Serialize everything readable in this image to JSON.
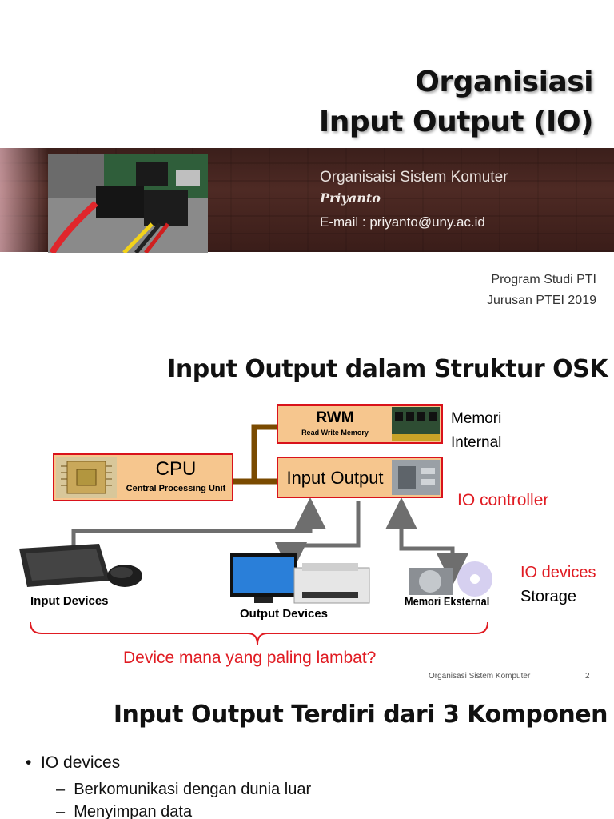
{
  "slide1": {
    "title_line1": "Organisiasi",
    "title_line2": "Input Output (IO)",
    "subtitle": "Organisaisi Sistem Komuter",
    "author": "Priyanto",
    "email": "E-mail : priyanto@uny.ac.id",
    "program_line1": "Program Studi PTI",
    "program_line2": "Jurusan PTEI 2019"
  },
  "slide2": {
    "title": "Input Output dalam Struktur OSK",
    "rwm_label": "RWM",
    "rwm_sub": "Read Write Memory",
    "memori_internal_line1": "Memori",
    "memori_internal_line2": "Internal",
    "cpu_label": "CPU",
    "cpu_sub": "Central Processing Unit",
    "io_label": "Input Output",
    "io_controller": "IO controller",
    "input_devices": "Input Devices",
    "output_devices": "Output Devices",
    "memori_eksternal": "Memori Eksternal",
    "io_devices": "IO devices",
    "storage": "Storage",
    "question": "Device mana yang paling lambat?",
    "footer_text": "Organisasi Sistem Komputer",
    "page_number": "2"
  },
  "slide3": {
    "title": "Input Output Terdiri dari 3 Komponen",
    "bullet1": "IO devices",
    "sub1": "Berkomunikasi dengan dunia luar",
    "sub2": "Menyimpan data"
  },
  "colors": {
    "accent_red": "#e01b22",
    "box_fill": "#f6c68e",
    "connector_brown": "#7a4a00",
    "arrow_gray": "#6e6e6e"
  }
}
